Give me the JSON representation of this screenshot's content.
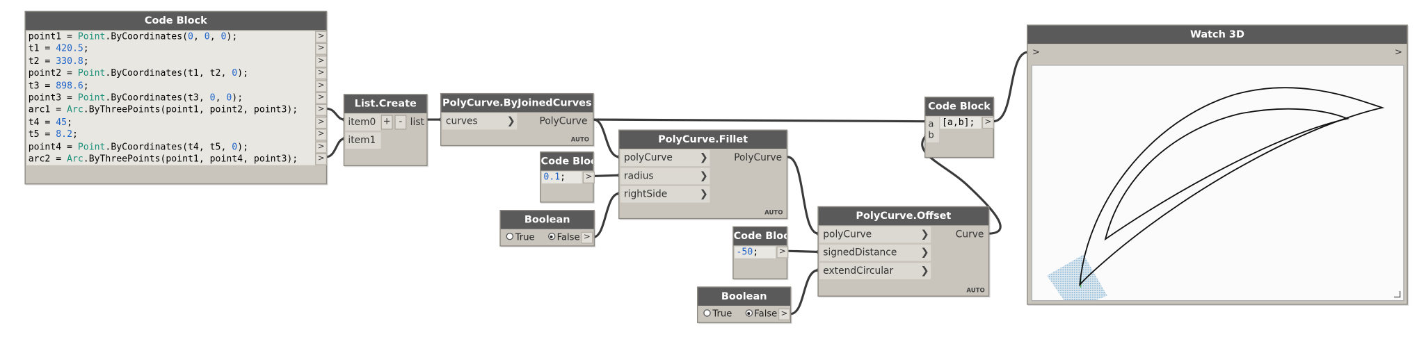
{
  "nodes": {
    "code_main": {
      "title": "Code Block",
      "lines": [
        [
          {
            "t": "point1 = "
          },
          {
            "t": "Point",
            "c": "kw"
          },
          {
            "t": ".ByCoordinates("
          },
          {
            "t": "0",
            "c": "num"
          },
          {
            "t": ", "
          },
          {
            "t": "0",
            "c": "num"
          },
          {
            "t": ", "
          },
          {
            "t": "0",
            "c": "num"
          },
          {
            "t": ");"
          }
        ],
        [
          {
            "t": "t1 = "
          },
          {
            "t": "420.5",
            "c": "num"
          },
          {
            "t": ";"
          }
        ],
        [
          {
            "t": "t2 = "
          },
          {
            "t": "330.8",
            "c": "num"
          },
          {
            "t": ";"
          }
        ],
        [
          {
            "t": "point2 = "
          },
          {
            "t": "Point",
            "c": "kw"
          },
          {
            "t": ".ByCoordinates(t1, t2, "
          },
          {
            "t": "0",
            "c": "num"
          },
          {
            "t": ");"
          }
        ],
        [
          {
            "t": "t3 = "
          },
          {
            "t": "898.6",
            "c": "num"
          },
          {
            "t": ";"
          }
        ],
        [
          {
            "t": "point3 = "
          },
          {
            "t": "Point",
            "c": "kw"
          },
          {
            "t": ".ByCoordinates(t3, "
          },
          {
            "t": "0",
            "c": "num"
          },
          {
            "t": ", "
          },
          {
            "t": "0",
            "c": "num"
          },
          {
            "t": ");"
          }
        ],
        [
          {
            "t": "arc1 = "
          },
          {
            "t": "Arc",
            "c": "kw"
          },
          {
            "t": ".ByThreePoints(point1, point2, point3);"
          }
        ],
        [
          {
            "t": "t4 = "
          },
          {
            "t": "45",
            "c": "num"
          },
          {
            "t": ";"
          }
        ],
        [
          {
            "t": "t5 = "
          },
          {
            "t": "8.2",
            "c": "num"
          },
          {
            "t": ";"
          }
        ],
        [
          {
            "t": "point4 = "
          },
          {
            "t": "Point",
            "c": "kw"
          },
          {
            "t": ".ByCoordinates(t4, t5, "
          },
          {
            "t": "0",
            "c": "num"
          },
          {
            "t": ");"
          }
        ],
        [
          {
            "t": "arc2 = "
          },
          {
            "t": "Arc",
            "c": "kw"
          },
          {
            "t": ".ByThreePoints(point1, point4, point3);"
          }
        ]
      ],
      "out_symbol": ">"
    },
    "list_create": {
      "title": "List.Create",
      "in0": "item0",
      "in1": "item1",
      "add": "+",
      "remove": "-",
      "out": "list"
    },
    "polycurve_joined": {
      "title": "PolyCurve.ByJoinedCurves",
      "in0": "curves",
      "out": "PolyCurve",
      "lacing": "AUTO"
    },
    "code_radius": {
      "title": "Code Block",
      "code": "0.1",
      "suffix": ";",
      "out_symbol": ">"
    },
    "boolean_1": {
      "title": "Boolean",
      "true_label": "True",
      "false_label": "False",
      "selected": "False",
      "out_symbol": ">"
    },
    "polycurve_fillet": {
      "title": "PolyCurve.Fillet",
      "in0": "polyCurve",
      "in1": "radius",
      "in2": "rightSide",
      "out": "PolyCurve",
      "lacing": "AUTO"
    },
    "code_distance": {
      "title": "Code Block",
      "code": "-50",
      "suffix": ";",
      "out_symbol": ">"
    },
    "boolean_2": {
      "title": "Boolean",
      "true_label": "True",
      "false_label": "False",
      "selected": "False",
      "out_symbol": ">"
    },
    "polycurve_offset": {
      "title": "PolyCurve.Offset",
      "in0": "polyCurve",
      "in1": "signedDistance",
      "in2": "extendCircular",
      "out": "Curve",
      "lacing": "AUTO"
    },
    "code_list": {
      "title": "Code Block",
      "in_a": "a",
      "in_b": "b",
      "code": "[a,b];",
      "out_symbol": ">"
    },
    "watch3d": {
      "title": "Watch 3D",
      "in_symbol": ">",
      "out_symbol": ">"
    }
  },
  "colors": {
    "header": "#5a5a5a",
    "node_body": "#c9c5bc",
    "keyword": "#1a8f7a",
    "number": "#1e63c9",
    "wire": "#3a3a3a"
  },
  "icons": {
    "input_port": "chevron-right-icon",
    "resize": "resize-grip-icon"
  }
}
